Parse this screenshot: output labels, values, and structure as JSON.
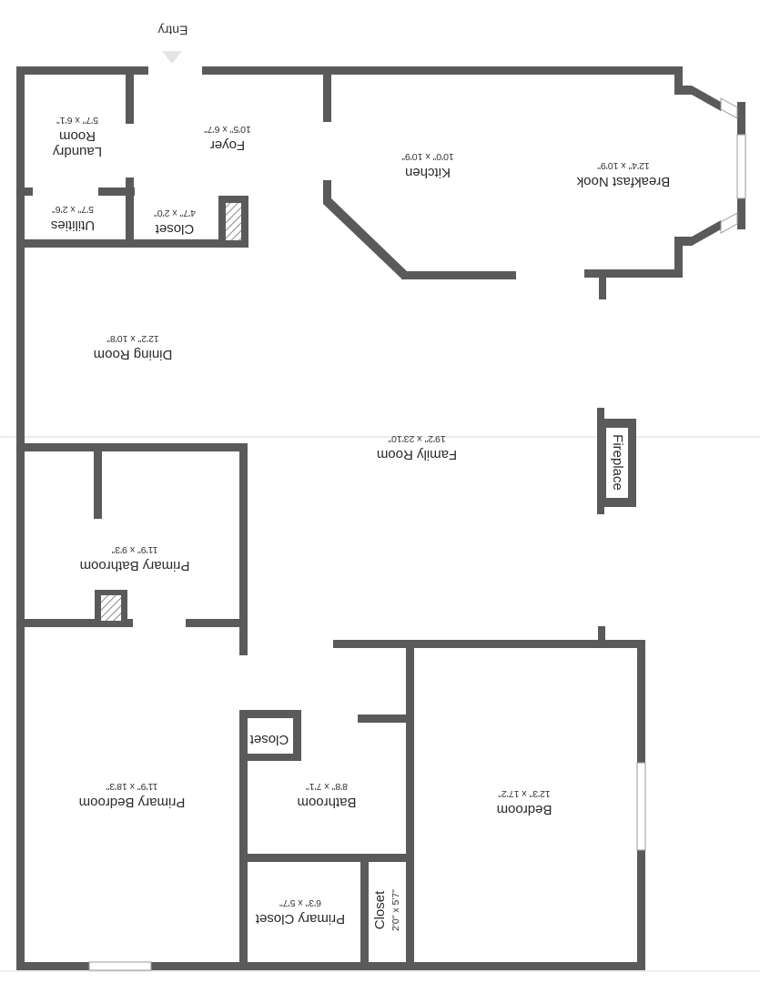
{
  "entry_label": "Entry",
  "rooms": {
    "laundry": {
      "name_line1": "Laundry",
      "name_line2": "Room",
      "dims": "5'7\" x 6'1\""
    },
    "foyer": {
      "name": "Foyer",
      "dims": "10'5\" x 6'7\""
    },
    "kitchen": {
      "name": "Kitchen",
      "dims": "10'0\" x 10'9\""
    },
    "breakfast_nook": {
      "name": "Breakfast Nook",
      "dims": "12'4\" x 10'9\""
    },
    "utilities": {
      "name": "Utilities",
      "dims": "5'7\" x 2'6\""
    },
    "closet_foyer": {
      "name": "Closet",
      "dims": "4'7\" x 2'0\""
    },
    "dining_room": {
      "name": "Dining Room",
      "dims": "12'2\" x 10'8\""
    },
    "family_room": {
      "name": "Family Room",
      "dims": "19'2\" x 23'10\""
    },
    "fireplace": {
      "name": "Fireplace"
    },
    "primary_bathroom": {
      "name": "Primary Bathroom",
      "dims": "11'9\" x 9'3\""
    },
    "closet_bath": {
      "name": "Closet"
    },
    "bathroom": {
      "name": "Bathroom",
      "dims": "8'8\" x 7'1\""
    },
    "primary_bedroom": {
      "name": "Primary Bedroom",
      "dims": "11'9\" x 18'3\""
    },
    "bedroom": {
      "name": "Bedroom",
      "dims": "12'3\" x 17'2\""
    },
    "primary_closet": {
      "name": "Primary Closet",
      "dims": "6'3\" x 5'7\""
    },
    "closet_bedroom": {
      "name": "Closet",
      "dims": "2'0\" x 5'7\""
    }
  },
  "colors": {
    "wall": "#5a5a5a",
    "window": "#d6d6d6",
    "hatch": "#8a8a8a",
    "text": "#2b2b2b",
    "background": "#ffffff"
  }
}
